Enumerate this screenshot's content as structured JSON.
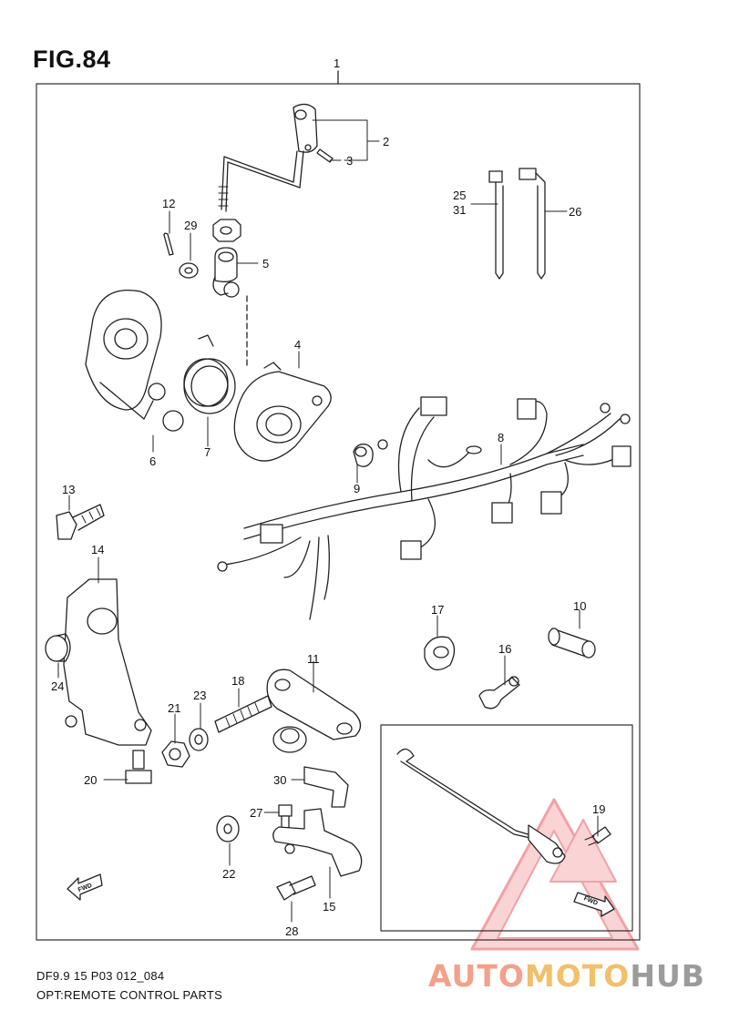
{
  "figure": {
    "title": "FIG.84",
    "model_code": "DF9.9 15 P03 012_084",
    "description": "OPT:REMOTE CONTROL PARTS"
  },
  "brand": {
    "part1": "AUTO",
    "part2": "MOTO",
    "part3": "HUB",
    "colors": {
      "auto": "#f4a08a",
      "moto": "#f2bf6a",
      "hub": "#9b9b9b",
      "triangle": "#e8555f"
    }
  },
  "fwd_label": "FWD",
  "callouts": {
    "c1": "1",
    "c2": "2",
    "c3": "3",
    "c4": "4",
    "c5": "5",
    "c6": "6",
    "c7": "7",
    "c8": "8",
    "c9": "9",
    "c10": "10",
    "c11": "11",
    "c12": "12",
    "c13": "13",
    "c14": "14",
    "c15": "15",
    "c16": "16",
    "c17": "17",
    "c18": "18",
    "c19": "19",
    "c20": "20",
    "c21": "21",
    "c22": "22",
    "c23": "23",
    "c24": "24",
    "c25": "25",
    "c26": "26",
    "c27": "27",
    "c28": "28",
    "c29": "29",
    "c30": "30",
    "c31": "31"
  }
}
